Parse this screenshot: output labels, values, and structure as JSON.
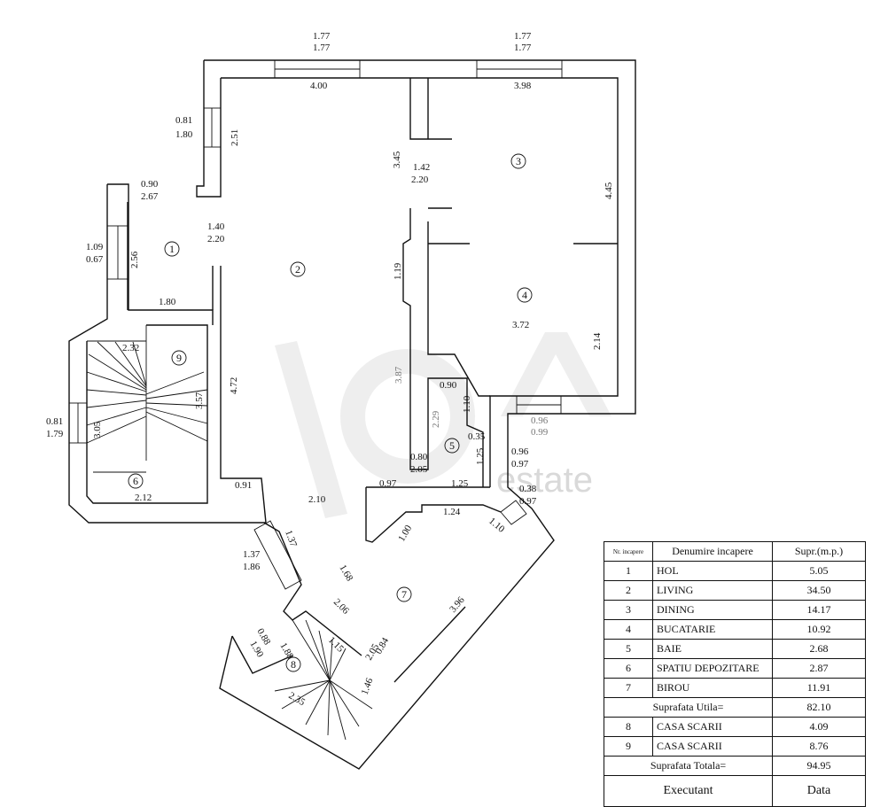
{
  "dimensions": {
    "top_window_left": [
      "1.77",
      "1.77"
    ],
    "top_window_right": [
      "1.77",
      "1.77"
    ],
    "living_top_width": "4.00",
    "dining_top_width": "3.98",
    "left_window": [
      "0.81",
      "1.80"
    ],
    "living_left_height": "2.51",
    "wall_height_345": "3.45",
    "door_living_dining": [
      "1.42",
      "2.20"
    ],
    "dining_right_height": "4.45",
    "small_window_hol": [
      "0.90",
      "2.67"
    ],
    "door_hol_living": [
      "1.40",
      "2.20"
    ],
    "hol_window": [
      "1.09",
      "0.67"
    ],
    "hol_height": "2.56",
    "kitchen_wall": "1.19",
    "kitchen_width": "3.72",
    "kitchen_right_height": "2.14",
    "hol_bottom_width": "1.80",
    "stair9_width": "2.32",
    "living_left_length": "4.72",
    "stair9_height": "3.57",
    "bath_side": "3.87",
    "bath_top": "0.90",
    "bath_height": "1.10",
    "kitchen_window": [
      "0.96",
      "0.99"
    ],
    "stair6_window": [
      "0.81",
      "1.79"
    ],
    "storage_height": "3.05",
    "bath_wall_229": "2.29",
    "bath_gap": "0.35",
    "bath_depth": "1.25",
    "bath_door": [
      "0.80",
      "2.05"
    ],
    "door_096": [
      "0.96",
      "0.97"
    ],
    "storage_width": "2.12",
    "living_bottom_091": "0.91",
    "living_bottom_210": "2.10",
    "bath_bottom_097": "0.97",
    "bath_bottom_125": "1.25",
    "door_038": [
      "0.38",
      "0.97"
    ],
    "office_124": "1.24",
    "office_100": "1.00",
    "office_110": "1.10",
    "office_137": "1.37",
    "office_door": [
      "1.37",
      "1.86"
    ],
    "office_168": "1.68",
    "office_396": "3.96",
    "office_206": "2.06",
    "stair8_door": [
      "0.88",
      "1.90"
    ],
    "stair8_188": "1.88",
    "stair8_115": "1.15",
    "office_door2": [
      "0.84",
      "2.05"
    ],
    "stair8_235": "2.35",
    "stair8_146": "1.46"
  },
  "room_markers": [
    "1",
    "2",
    "3",
    "4",
    "5",
    "6",
    "7",
    "8",
    "9"
  ],
  "watermark": "estate",
  "legend": {
    "headers": {
      "nr": "Nr. incapere",
      "name": "Denumire incapere",
      "area": "Supr.(m.p.)"
    },
    "rows": [
      {
        "nr": "1",
        "name": "HOL",
        "area": "5.05"
      },
      {
        "nr": "2",
        "name": "LIVING",
        "area": "34.50"
      },
      {
        "nr": "3",
        "name": "DINING",
        "area": "14.17"
      },
      {
        "nr": "4",
        "name": "BUCATARIE",
        "area": "10.92"
      },
      {
        "nr": "5",
        "name": "BAIE",
        "area": "2.68"
      },
      {
        "nr": "6",
        "name": "SPATIU DEPOZITARE",
        "area": "2.87"
      },
      {
        "nr": "7",
        "name": "BIROU",
        "area": "11.91"
      }
    ],
    "useful_label": "Suprafata Utila=",
    "useful_value": "82.10",
    "extra_rows": [
      {
        "nr": "8",
        "name": "CASA SCARII",
        "area": "4.09"
      },
      {
        "nr": "9",
        "name": "CASA SCARII",
        "area": "8.76"
      }
    ],
    "total_label": "Suprafata Totala=",
    "total_value": "94.95",
    "footer_left": "Executant",
    "footer_right": "Data"
  }
}
